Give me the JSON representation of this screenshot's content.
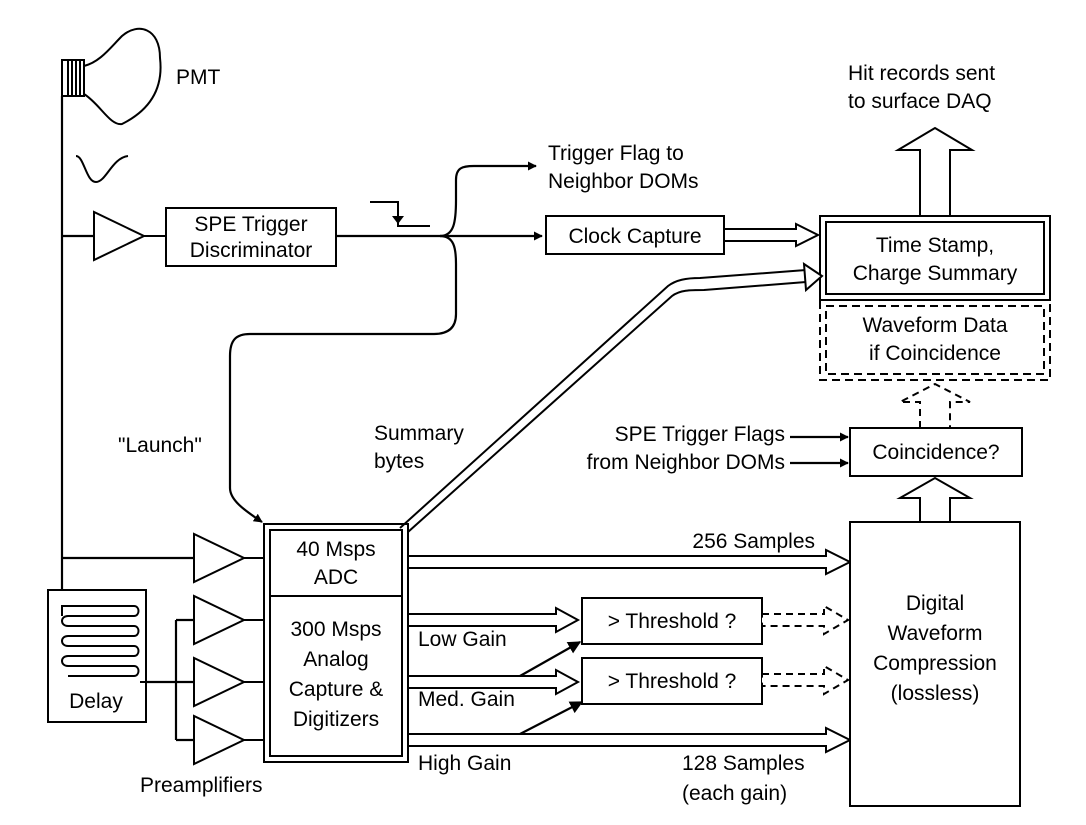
{
  "labels": {
    "pmt": "PMT",
    "hit_records_1": "Hit records sent",
    "hit_records_2": "to surface DAQ",
    "trigger_flag_1": "Trigger Flag to",
    "trigger_flag_2": "Neighbor DOMs",
    "spe_trigger_1": "SPE Trigger",
    "spe_trigger_2": "Discriminator",
    "clock_capture": "Clock Capture",
    "time_stamp_1": "Time Stamp,",
    "time_stamp_2": "Charge Summary",
    "waveform_data_1": "Waveform Data",
    "waveform_data_2": "if Coincidence",
    "launch": "\"Launch\"",
    "summary_1": "Summary",
    "summary_2": "bytes",
    "spe_flags_1": "SPE Trigger Flags",
    "spe_flags_2": "from Neighbor DOMs",
    "coincidence": "Coincidence?",
    "adc40_1": "40 Msps",
    "adc40_2": "ADC",
    "samples_256": "256 Samples",
    "adc300_1": "300 Msps",
    "adc300_2": "Analog",
    "adc300_3": "Capture &",
    "adc300_4": "Digitizers",
    "low_gain": "Low Gain",
    "med_gain": "Med. Gain",
    "high_gain": "High Gain",
    "threshold_1": "> Threshold ?",
    "threshold_2": "> Threshold ?",
    "dwc_1": "Digital",
    "dwc_2": "Waveform",
    "dwc_3": "Compression",
    "dwc_4": "(lossless)",
    "delay": "Delay",
    "samples_128_1": "128 Samples",
    "samples_128_2": "(each gain)",
    "preamplifiers": "Preamplifiers"
  }
}
